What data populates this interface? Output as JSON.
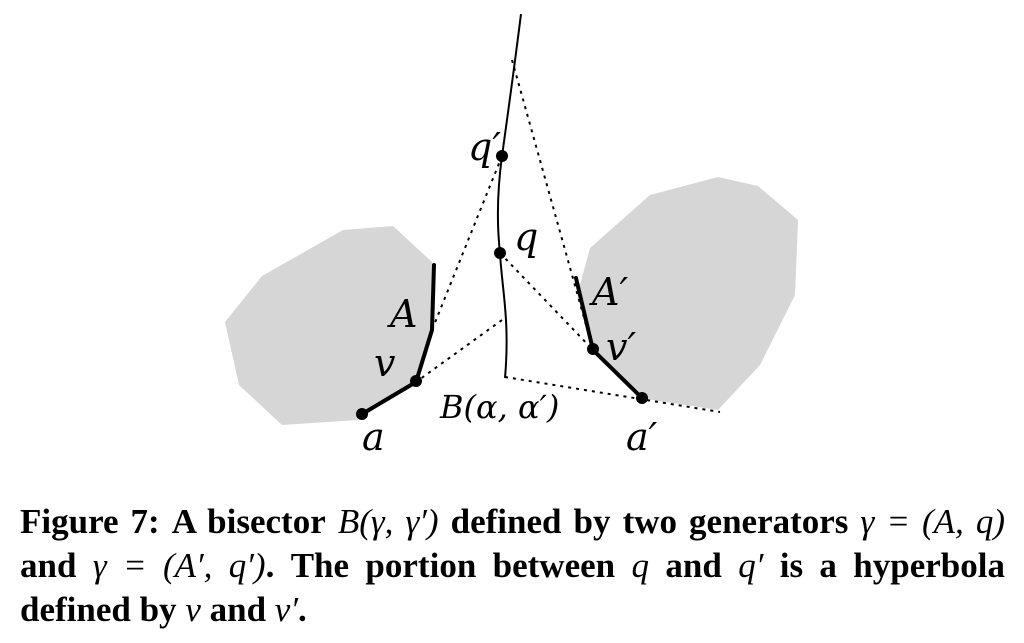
{
  "figure": {
    "labels": {
      "q_prime": "q′",
      "q": "q",
      "A": "A",
      "A_prime": "A′",
      "v": "v",
      "v_prime": "v′",
      "a": "a",
      "a_prime": "a′",
      "bisector": "B(α, α′)"
    },
    "colors": {
      "region_fill": "#d6d6d6",
      "ink": "#000000"
    }
  },
  "caption": {
    "fig_label": "Figure 7:",
    "t1": "A bisector",
    "m1": "B(γ, γ′)",
    "t2": "defined by two generators",
    "m2": "γ = (A, q)",
    "t3": "and",
    "m3": "γ = (A′, q′)",
    "t4": ". The portion between",
    "m4": "q",
    "t5": "and",
    "m5": "q′",
    "t6": "is a hyperbola defined by",
    "m6": "v",
    "t7": "and",
    "m7": "v′",
    "t8": "."
  }
}
